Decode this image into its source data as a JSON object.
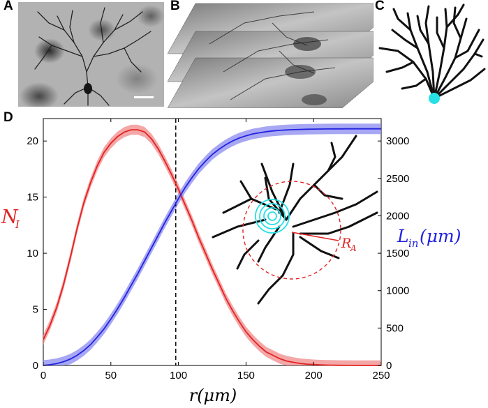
{
  "panels": {
    "a": {
      "letter": "A"
    },
    "b": {
      "letter": "B"
    },
    "c": {
      "letter": "C"
    },
    "d": {
      "letter": "D"
    }
  },
  "colors": {
    "red": "#e32222",
    "red_band": "#f08a8a",
    "blue": "#2323e0",
    "blue_band": "#8a8af0",
    "cyan": "#26e0e6",
    "neuron": "#111111"
  },
  "chart_data": {
    "type": "line",
    "x": [
      0,
      5,
      10,
      15,
      20,
      25,
      30,
      35,
      40,
      45,
      50,
      55,
      60,
      65,
      70,
      75,
      80,
      85,
      90,
      95,
      100,
      105,
      110,
      115,
      120,
      125,
      130,
      135,
      140,
      145,
      150,
      155,
      160,
      165,
      170,
      175,
      180,
      185,
      190,
      195,
      200,
      205,
      210,
      215,
      220,
      225,
      230,
      235,
      240,
      245,
      250
    ],
    "xlabel": "r(μm)",
    "xlim": [
      0,
      250
    ],
    "xticks": [
      "0",
      "50",
      "100",
      "150",
      "200",
      "250"
    ],
    "vline_x": 98,
    "y_left": {
      "label": "N_I",
      "label_main": "N",
      "label_sub": "I",
      "lim": [
        0,
        22
      ],
      "ticks": [
        "0",
        "5",
        "10",
        "15",
        "20"
      ]
    },
    "y_right": {
      "label": "L_in(μm)",
      "label_main": "L",
      "label_sub": "in",
      "label_tail": "(μm)",
      "lim": [
        0,
        3300
      ],
      "ticks": [
        "0",
        "500",
        "1000",
        "1500",
        "2000",
        "2500",
        "3000"
      ]
    },
    "series": [
      {
        "axis": "left",
        "color": "#e32222",
        "values": [
          2.3,
          3.6,
          5.2,
          7.2,
          9.6,
          12.2,
          14.5,
          16.3,
          17.8,
          19.0,
          19.8,
          20.4,
          20.8,
          21.0,
          21.0,
          20.8,
          20.2,
          19.3,
          18.2,
          17.0,
          15.7,
          14.3,
          12.9,
          11.4,
          10.0,
          8.6,
          7.3,
          6.0,
          4.9,
          3.9,
          3.0,
          2.3,
          1.7,
          1.2,
          0.9,
          0.6,
          0.4,
          0.28,
          0.18,
          0.12,
          0.08,
          0.05,
          0.03,
          0.02,
          0.012,
          0.008,
          0.005,
          0.003,
          0.002,
          0.001,
          0.0
        ],
        "band": 0.45
      },
      {
        "axis": "right",
        "color": "#2323e0",
        "values": [
          0,
          10,
          25,
          50,
          85,
          135,
          200,
          280,
          380,
          490,
          620,
          760,
          910,
          1070,
          1230,
          1400,
          1570,
          1740,
          1910,
          2070,
          2230,
          2380,
          2510,
          2630,
          2730,
          2820,
          2890,
          2950,
          3000,
          3040,
          3070,
          3095,
          3110,
          3125,
          3135,
          3142,
          3148,
          3152,
          3155,
          3157,
          3159,
          3160,
          3161,
          3162,
          3162,
          3163,
          3163,
          3163,
          3163,
          3163,
          3163
        ],
        "band": 70
      }
    ],
    "annotations": [
      {
        "label": "R_A",
        "main": "R",
        "sub": "A"
      }
    ]
  }
}
